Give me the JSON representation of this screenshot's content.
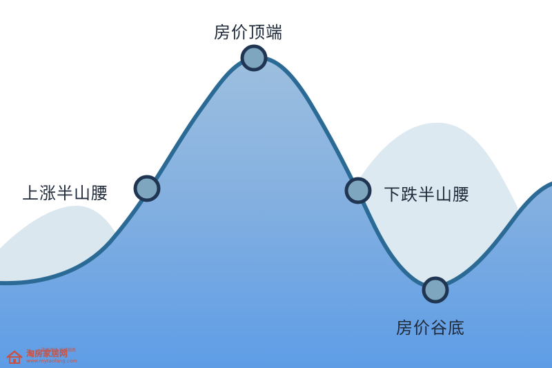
{
  "labels": {
    "peak": "房价顶端",
    "rising_midslope": "上涨半山腰",
    "falling_midslope": "下跌半山腰",
    "trough": "房价谷底"
  },
  "watermark": {
    "main": "淘房家居网",
    "url": "www.mytaofang.com",
    "sub": "购房资讯 装修指南"
  },
  "colors": {
    "curve": "#2c6a96",
    "fill_top": "#8eb6dd",
    "fill_bottom": "#5f9fe0",
    "background_hill": "#dde8f0",
    "node_fill": "#7ea6bf",
    "node_stroke": "#1f3552"
  }
}
